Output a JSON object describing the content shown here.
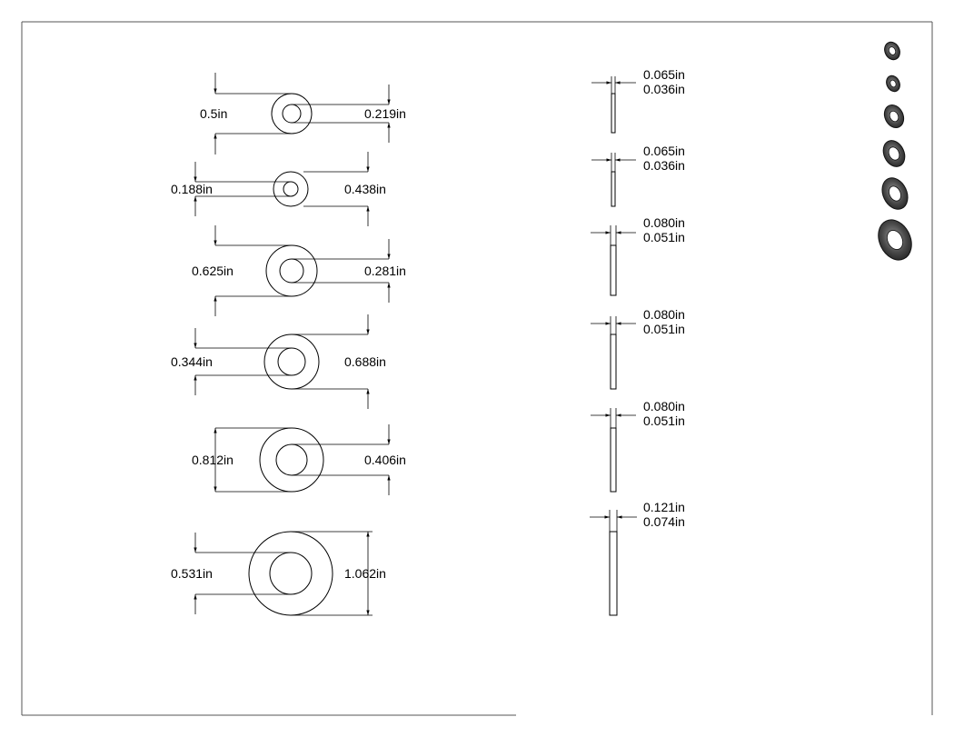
{
  "washers": [
    {
      "od_label": "0.5in",
      "id_label": "0.219in",
      "id_mark_thickness": "0.036in",
      "od_mark_thickness": "0.065in"
    },
    {
      "od_label": "0.438in",
      "id_label": "0.188in",
      "id_mark_thickness": "0.036in",
      "od_mark_thickness": "0.065in"
    },
    {
      "od_label": "0.625in",
      "id_label": "0.281in",
      "id_mark_thickness": "0.051in",
      "od_mark_thickness": "0.080in"
    },
    {
      "od_label": "0.688in",
      "id_label": "0.344in",
      "id_mark_thickness": "0.051in",
      "od_mark_thickness": "0.080in"
    },
    {
      "od_label": "0.812in",
      "id_label": "0.406in",
      "id_mark_thickness": "0.051in",
      "od_mark_thickness": "0.080in"
    },
    {
      "od_label": "1.062in",
      "id_label": "0.531in",
      "id_mark_thickness": "0.074in",
      "od_mark_thickness": "0.121in"
    }
  ]
}
